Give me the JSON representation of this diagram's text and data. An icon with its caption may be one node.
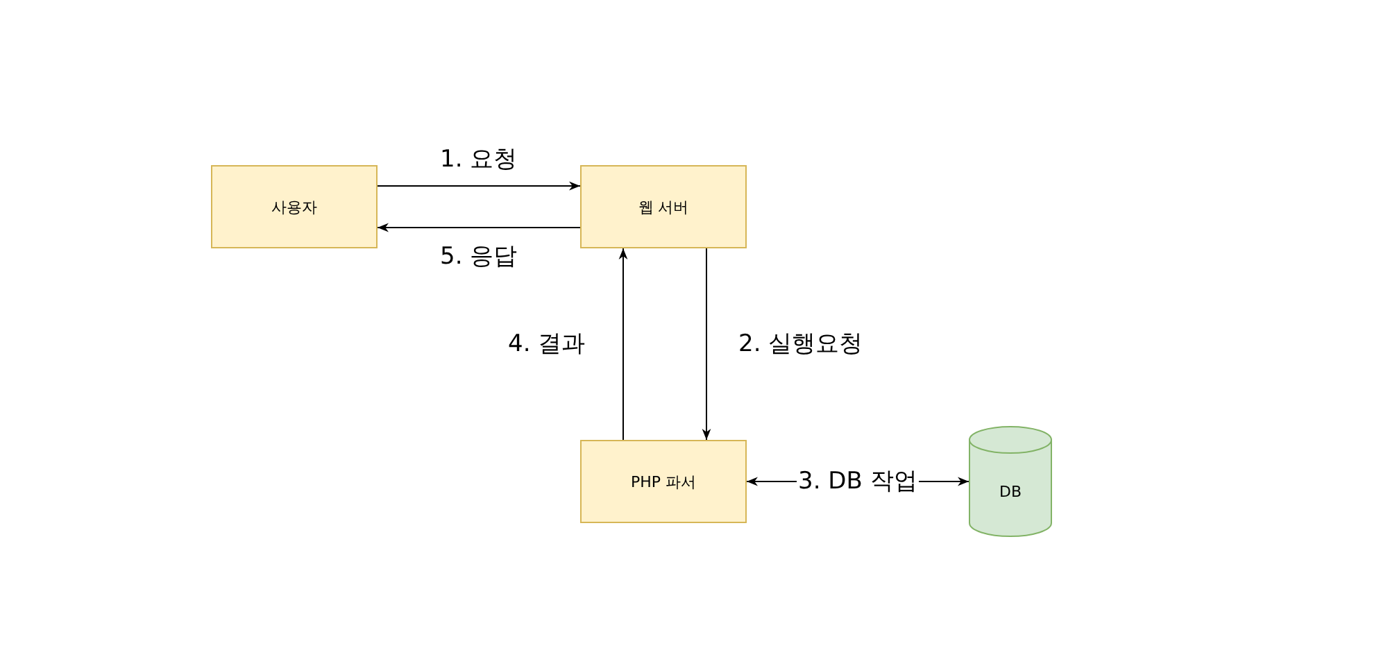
{
  "diagram": {
    "nodes": [
      {
        "text": [
          "사용자"
        ]
      },
      {
        "text": [
          "웹 서버"
        ]
      },
      {
        "text": [
          "PHP 파서"
        ]
      },
      {
        "text": [
          "DB"
        ]
      }
    ],
    "edges": [
      {
        "from": 0,
        "to": 1,
        "arrow": "to",
        "label": "1. 요청"
      },
      {
        "from": 1,
        "to": 2,
        "arrow": "to",
        "label": "2. 실행요청"
      },
      {
        "from": 2,
        "to": 3,
        "arrow": "both",
        "label": "3. DB 작업"
      },
      {
        "from": 2,
        "to": 1,
        "arrow": "to",
        "label": "4. 결과"
      },
      {
        "from": 1,
        "to": 0,
        "arrow": "to",
        "label": "5. 응답"
      }
    ]
  }
}
